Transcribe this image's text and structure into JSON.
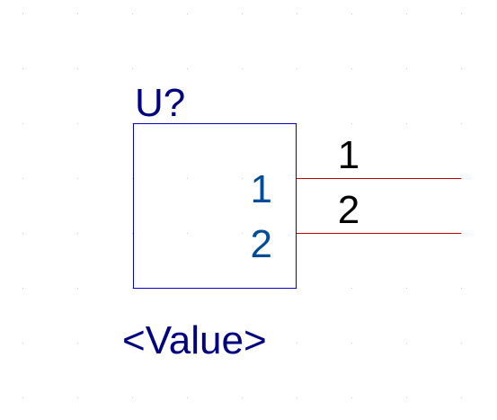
{
  "symbol": {
    "designator": "U?",
    "value": "<Value>",
    "pins": [
      {
        "number": "1",
        "name": "1"
      },
      {
        "number": "2",
        "name": "2"
      }
    ]
  },
  "colors": {
    "background": "#ffffff",
    "grid_dot": "#c8c8c8",
    "body_outline": "#0000c8",
    "designator_text": "#000080",
    "value_text": "#000080",
    "pin_name_text": "#004c99",
    "pin_number_text": "#000000",
    "pin_line": "#c00000"
  }
}
